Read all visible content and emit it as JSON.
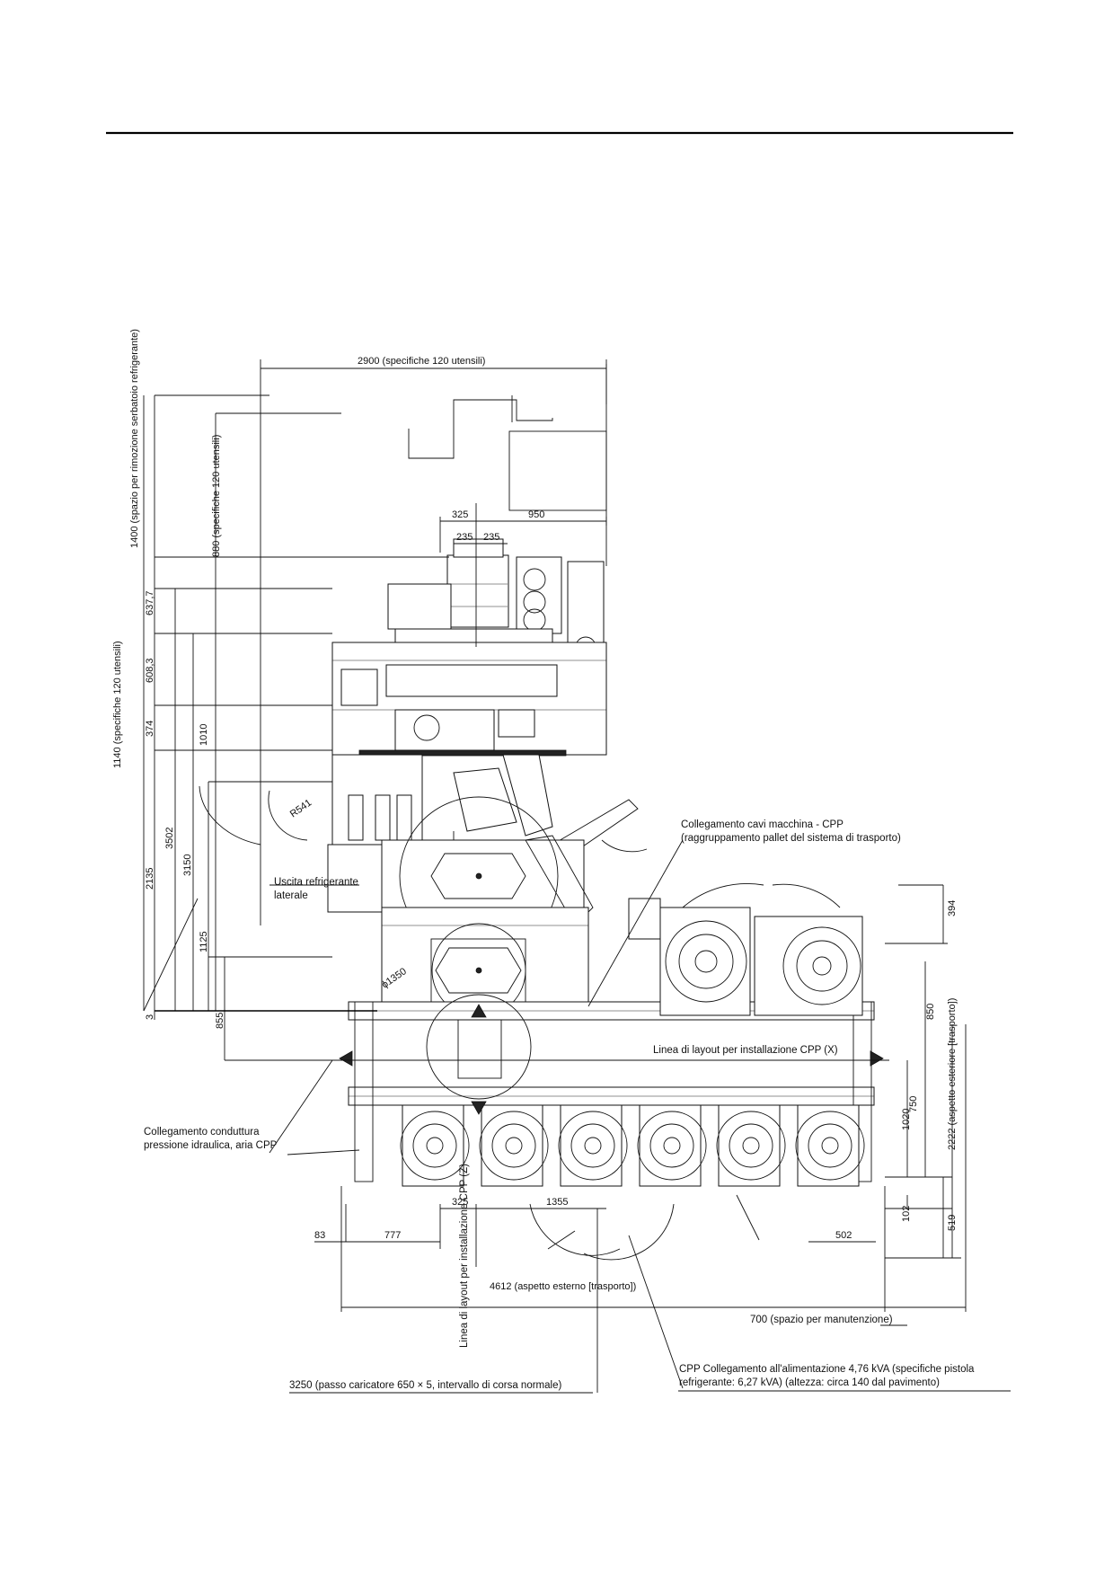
{
  "dimensions": {
    "top_width": "2900 (specifiche 120 utensili)",
    "left_1400": "1400 (spazio per rimozione serbatoio refrigerante)",
    "left_880": "880 (specifiche 120 utensili)",
    "left_1140": "1140 (specifiche 120 utensili)",
    "d_637_7": "637,7",
    "d_608_3": "608,3",
    "d_374": "374",
    "d_1010": "1010",
    "d_3502": "3502",
    "d_3150": "3150",
    "d_2135": "2135",
    "d_1125": "1125",
    "d_855": "855",
    "d_3": "3",
    "d_325_top": "325",
    "d_950": "950",
    "d_235a": "235",
    "d_235b": "235",
    "r541": "R541",
    "phi1350": "ϕ1350",
    "d_394": "394",
    "d_850": "850",
    "d_2222": "2222 (aspetto esteriore [trasporto])",
    "d_750": "750",
    "d_1020": "1020",
    "d_102": "102",
    "d_519": "519",
    "d_325_bot": "325",
    "d_1355": "1355",
    "d_83": "83",
    "d_777": "777",
    "d_502": "502",
    "d_4612": "4612 (aspetto esterno [trasporto])",
    "d_700": "700 (spazio per manutenzione)",
    "d_3250": "3250 (passo caricatore 650 × 5, intervallo di corsa normale)"
  },
  "notes": {
    "cable_line1": "Collegamento cavi macchina - CPP",
    "cable_line2": "(raggruppamento pallet del sistema di trasporto)",
    "coolant_line1": "Uscita refrigerante",
    "coolant_line2": "laterale",
    "layout_x": "Linea di layout per installazione CPP (X)",
    "hydraulic_line1": "Collegamento conduttura",
    "hydraulic_line2": "pressione idraulica, aria CPP",
    "layout_z": "Linea di layout per installazione CPP (Z)",
    "power_line1": "CPP Collegamento all'alimentazione 4,76 kVA (specifiche pistola",
    "power_line2": "refrigerante:  6,27 kVA) (altezza:  circa 140 dal pavimento)"
  }
}
